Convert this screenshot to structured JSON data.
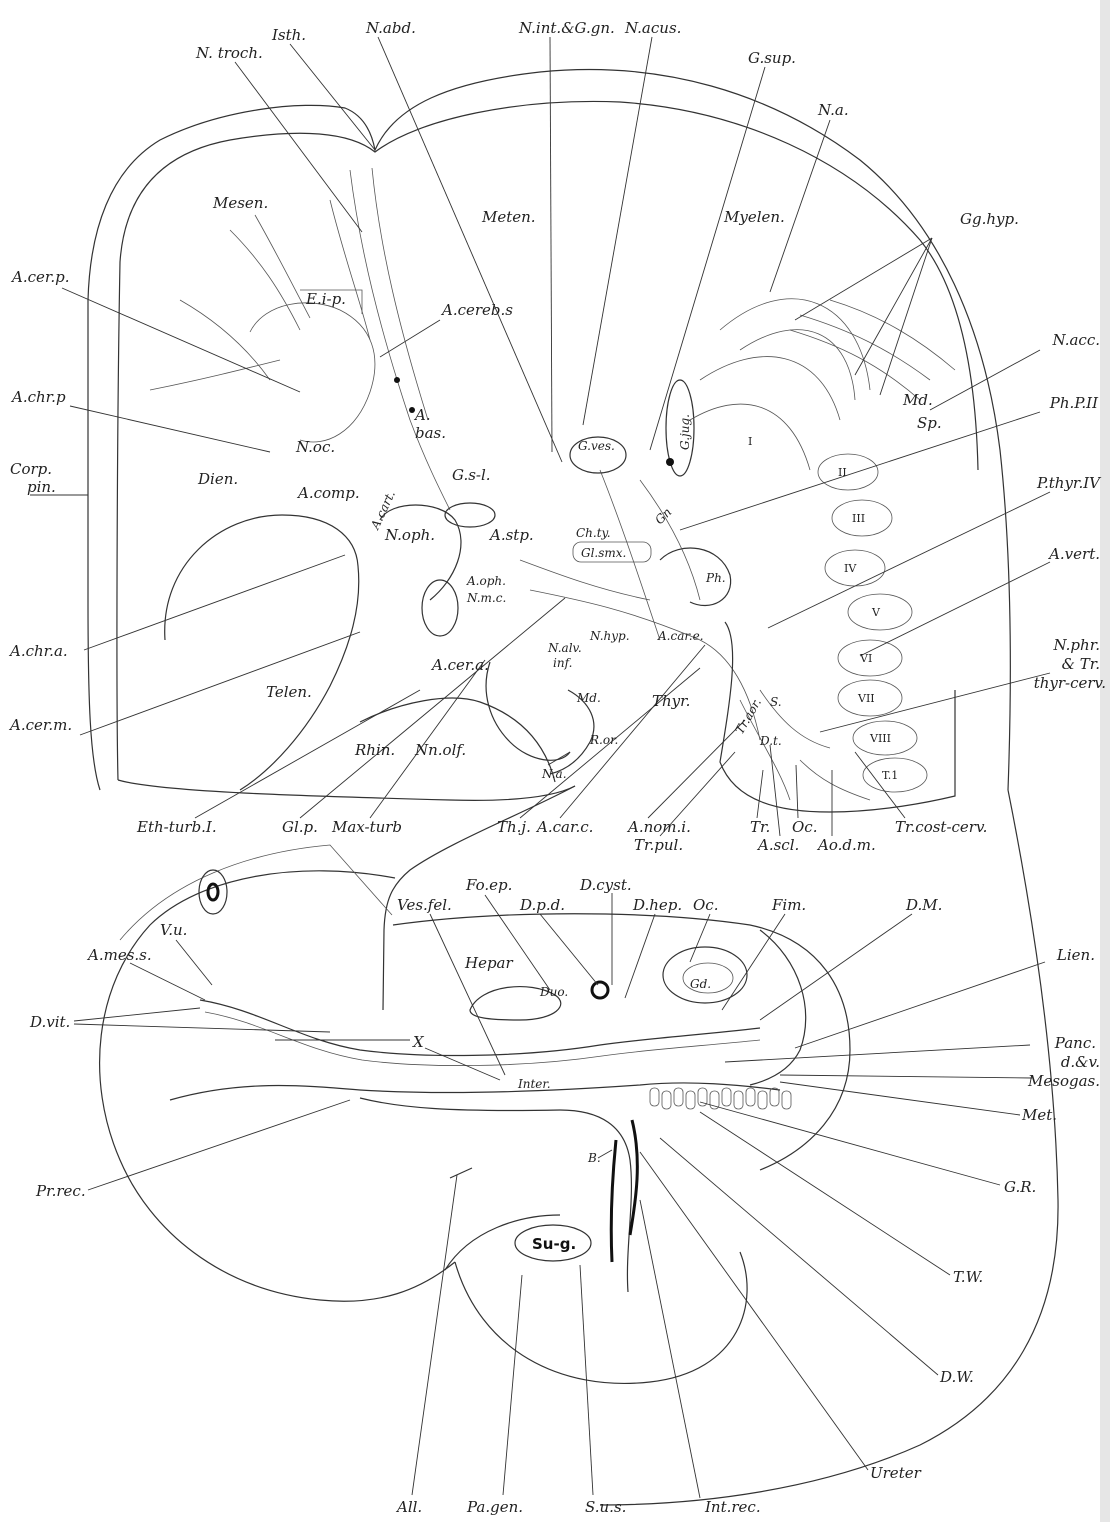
{
  "head": {
    "n_troch": "N. troch.",
    "isth": "Isth.",
    "n_abd": "N.abd.",
    "n_int_g_gn": "N.int.&G.gn.",
    "n_acus": "N.acus.",
    "g_sup": "G.sup.",
    "n_a_top": "N.a.",
    "gg_hyp": "Gg.hyp.",
    "mesen": "Mesen.",
    "meten": "Meten.",
    "myelen": "Myelen.",
    "a_cer_p": "A.cer.p.",
    "e_i_p": "E.i-p.",
    "a_cereb_s": "A.cereb.s",
    "n_acc": "N.acc.",
    "a_chr_p": "A.chr.p",
    "md_upper": "Md.",
    "sp": "Sp.",
    "ph_p_ii": "Ph.P.II",
    "a_bas_1": "A.",
    "a_bas_2": "bas.",
    "corp_pin_1": "Corp.",
    "corp_pin_2": "pin.",
    "n_oc": "N.oc.",
    "dien": "Dien.",
    "a_comp": "A.comp.",
    "g_ves": "G.ves.",
    "g_jug": "G.jug.",
    "g_s_l": "G.s-l.",
    "p_thyr_iv": "P.thyr.IV",
    "a_cart": "A.cart.",
    "n_oph": "N.oph.",
    "a_stp": "A.stp.",
    "ch_ty": "Ch.ty.",
    "gl_smx": "Gl.smx.",
    "gn": "Gn",
    "a_vert": "A.vert.",
    "a_oph": "A.oph.",
    "n_m_c": "N.m.c.",
    "ph": "Ph.",
    "a_chr_a": "A.chr.a.",
    "n_phr_1": "N.phr.",
    "n_phr_2": "& Tr.",
    "n_phr_3": "thyr-cerv.",
    "n_hyp": "N.hyp.",
    "a_car_e": "A.car.e.",
    "n_alv_1": "N.alv.",
    "n_alv_2": "inf.",
    "telen": "Telen.",
    "a_cer_a": "A.cer.a.",
    "a_cer_m": "A.cer.m.",
    "thyr": "Thyr.",
    "md_lower": "Md.",
    "r_or": "R.or.",
    "rhin": "Rhin.",
    "nn_olf": "Nn.olf.",
    "s_label": "S.",
    "tr_aor": "Tr.aor.",
    "d_t": "D.t.",
    "n_a_lower": "N.a.",
    "eth_turb": "Eth-turb.I.",
    "gl_p": "Gl.p.",
    "max_turb": "Max-turb",
    "th_j": "Th.j.",
    "a_car_c": "A.car.c.",
    "a_nom_i": "A.nom.i.",
    "tr_pul": "Tr.pul.",
    "tr": "Tr.",
    "oc": "Oc.",
    "tr_cost_cerv": "Tr.cost-cerv.",
    "a_scl": "A.scl.",
    "ao_d_m": "Ao.d.m.",
    "numerals": {
      "i": "I",
      "ii": "II",
      "iii": "III",
      "iv": "IV",
      "v": "V",
      "vi": "VI",
      "vii": "VII",
      "viii": "VIII",
      "t1": "T.1"
    }
  },
  "body": {
    "fo_ep": "Fo.ep.",
    "d_cyst": "D.cyst.",
    "ves_fel": "Ves.fel.",
    "d_p_d": "D.p.d.",
    "d_hep": "D.hep.",
    "oc": "Oc.",
    "fim": "Fim.",
    "d_m": "D.M.",
    "v_u": "V.u.",
    "lien": "Lien.",
    "a_mes_s": "A.mes.s.",
    "hepar": "Hepar",
    "duo": "Duo.",
    "gd": "Gd.",
    "d_vit": "D.vit.",
    "x": "X",
    "panc_1": "Panc.",
    "panc_2": "d.&v.",
    "mesogas": "Mesogas.",
    "inter": "Inter.",
    "met": "Met.",
    "b": "B.",
    "pr_rec": "Pr.rec.",
    "g_r": "G.R.",
    "su_g": "Su-g.",
    "t_w": "T.W.",
    "d_w": "D.W.",
    "ureter": "Ureter",
    "all": "All.",
    "pa_gen": "Pa.gen.",
    "s_u_s": "S.u.s.",
    "int_rec": "Int.rec."
  },
  "colors": {
    "ink": "#222222",
    "paper": "#ffffff",
    "scan_edge": "#e6e6e6"
  }
}
